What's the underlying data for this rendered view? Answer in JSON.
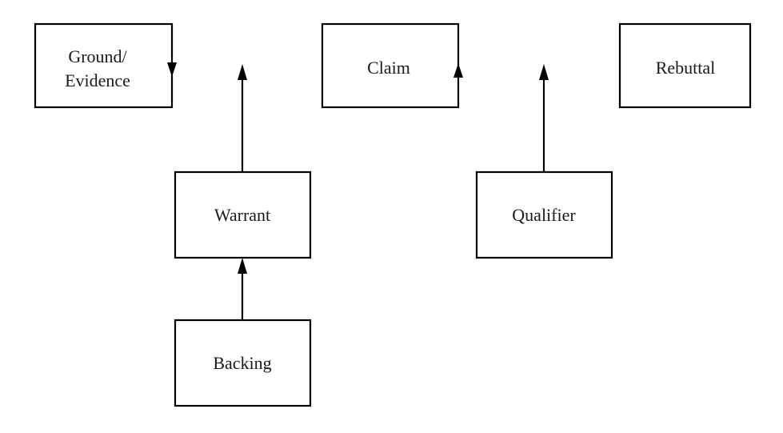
{
  "diagram": {
    "boxes": {
      "ground": {
        "line1": "Ground/",
        "line2": "Evidence"
      },
      "claim": {
        "label": "Claim"
      },
      "rebuttal": {
        "label": "Rebuttal"
      },
      "warrant": {
        "label": "Warrant"
      },
      "qualifier": {
        "label": "Qualifier"
      },
      "backing": {
        "label": "Backing"
      }
    },
    "colors": {
      "stroke": "#000000",
      "text": "#1a1a1a",
      "background": "#ffffff"
    }
  }
}
